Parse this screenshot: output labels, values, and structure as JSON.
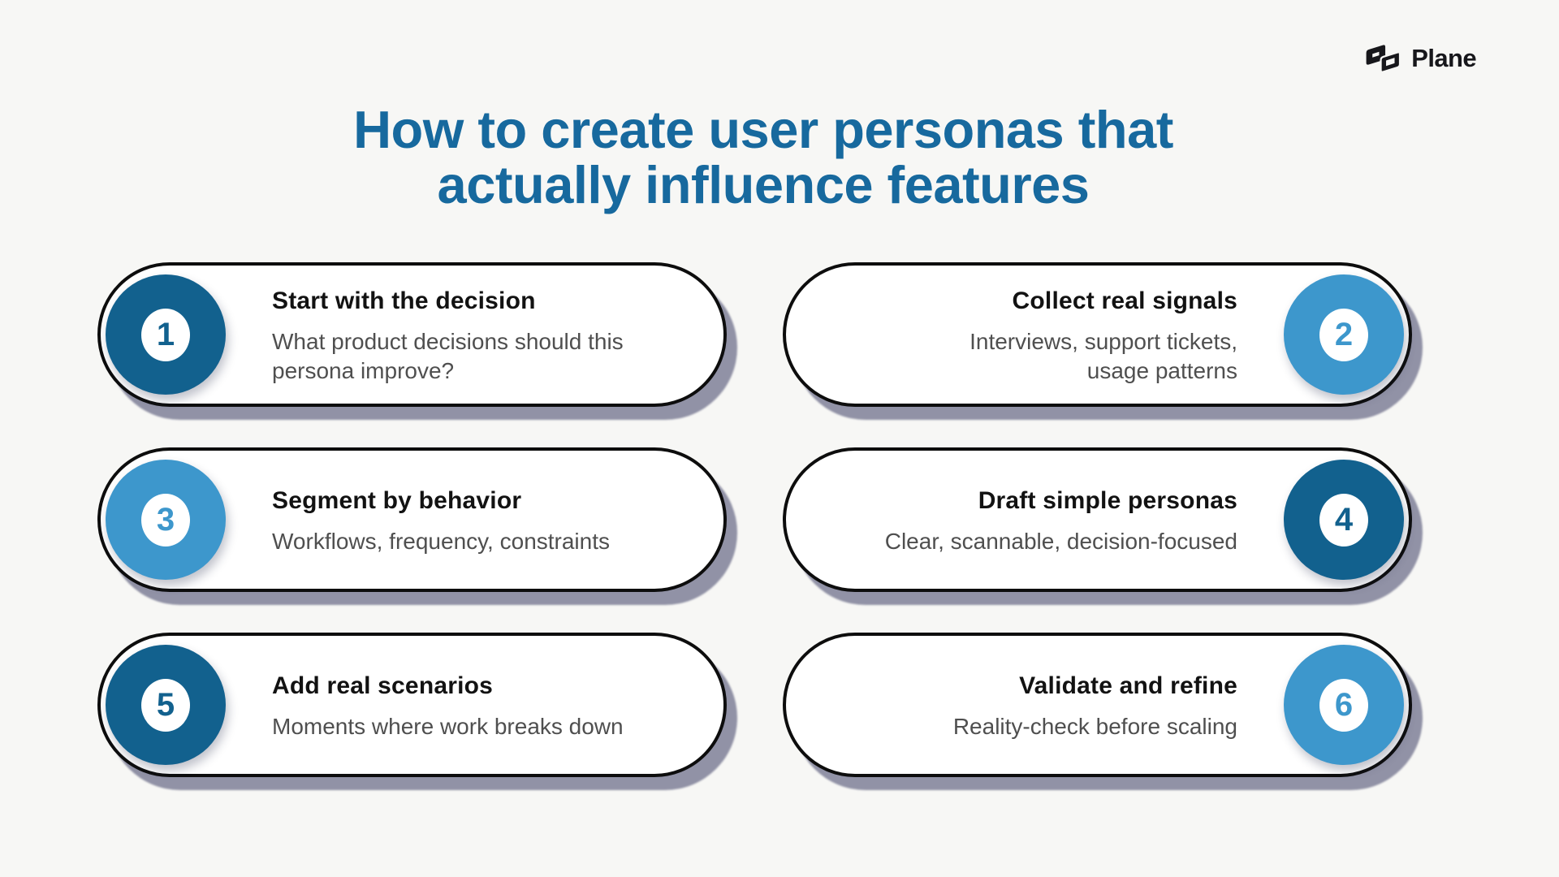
{
  "brand": {
    "name": "Plane",
    "logo_icon": "plane-logo"
  },
  "title": {
    "line1": "How to create user personas that",
    "line2": "actually influence features",
    "color": "#17699e"
  },
  "palette": {
    "background": "#f7f7f5",
    "dark_blue": "#12618e",
    "light_blue": "#3d97cc",
    "card_border": "#0d0d0d",
    "card_shadow": "#9192a6",
    "title_text": "#121212",
    "desc_text": "#4f4f4f"
  },
  "steps": [
    {
      "number": "1",
      "title": "Start with the decision",
      "description": "What product decisions should this\npersona improve?",
      "circle_tone": "dark",
      "side": "left"
    },
    {
      "number": "2",
      "title": "Collect real signals",
      "description": "Interviews, support tickets,\nusage patterns",
      "circle_tone": "light",
      "side": "right"
    },
    {
      "number": "3",
      "title": "Segment by behavior",
      "description": "Workflows, frequency, constraints",
      "circle_tone": "light",
      "side": "left"
    },
    {
      "number": "4",
      "title": "Draft simple personas",
      "description": "Clear, scannable, decision-focused",
      "circle_tone": "dark",
      "side": "right"
    },
    {
      "number": "5",
      "title": "Add real scenarios",
      "description": "Moments where work breaks down",
      "circle_tone": "dark",
      "side": "left"
    },
    {
      "number": "6",
      "title": "Validate and refine",
      "description": "Reality-check before scaling",
      "circle_tone": "light",
      "side": "right"
    }
  ]
}
